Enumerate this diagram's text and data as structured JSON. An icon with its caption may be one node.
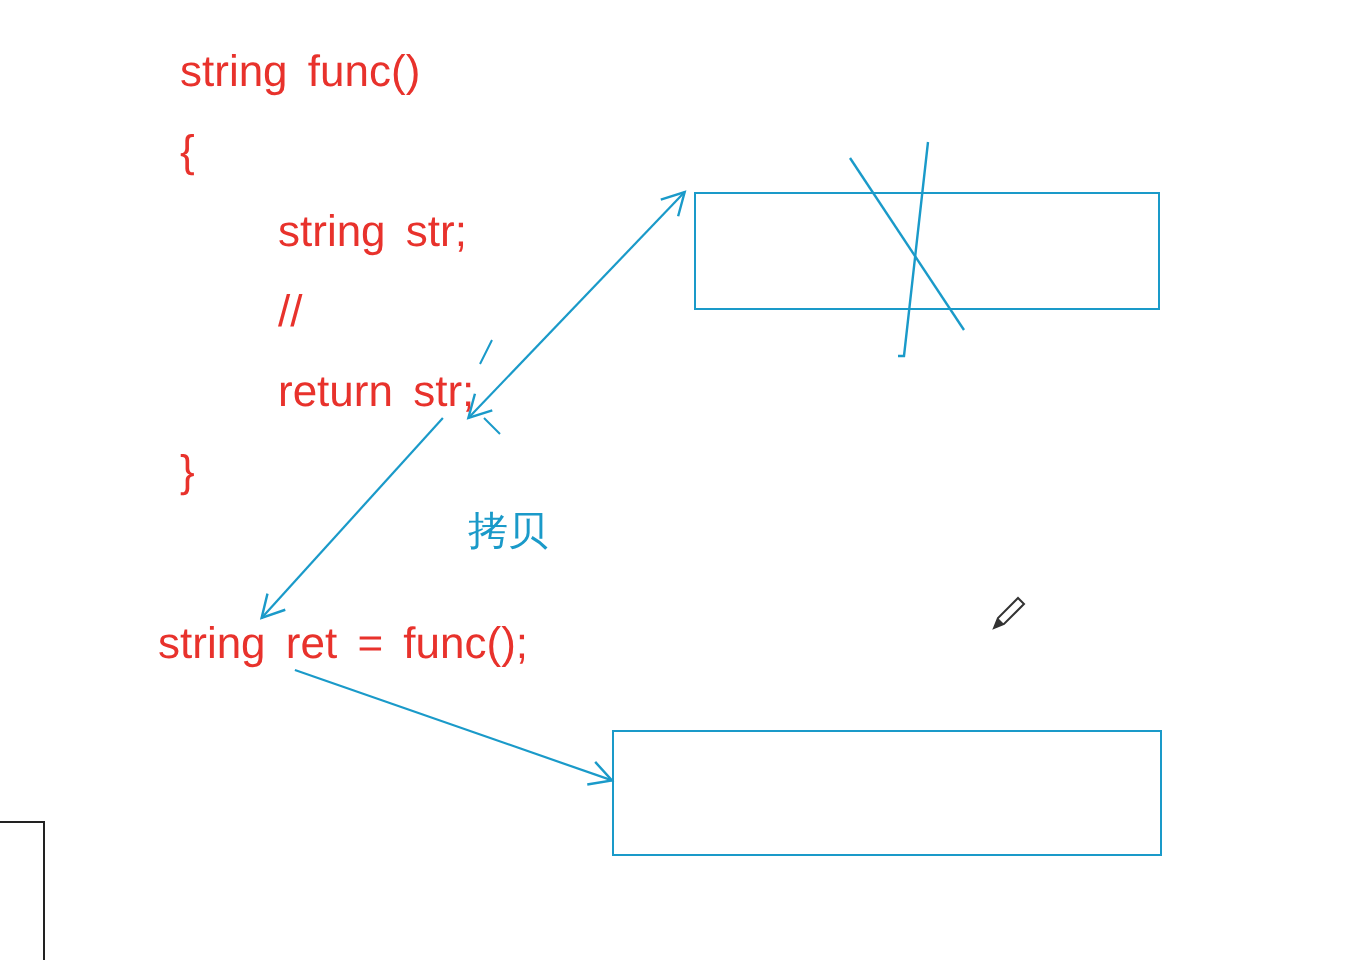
{
  "diagram": {
    "nodes": [
      {
        "text": [
          "return str;"
        ]
      },
      {
        "text": [],
        "shape": "box"
      },
      {
        "text": [
          "string ret = func();"
        ]
      },
      {
        "text": [],
        "shape": "box"
      }
    ],
    "edges": [
      {
        "from": 0,
        "to": 1,
        "arrow": "both"
      },
      {
        "from": 0,
        "to": 2,
        "arrow": "to"
      },
      {
        "from": 2,
        "to": 3,
        "arrow": "to"
      }
    ],
    "labels": [
      "string func()",
      "{",
      "string str;",
      "//",
      "}",
      "拷贝"
    ]
  }
}
